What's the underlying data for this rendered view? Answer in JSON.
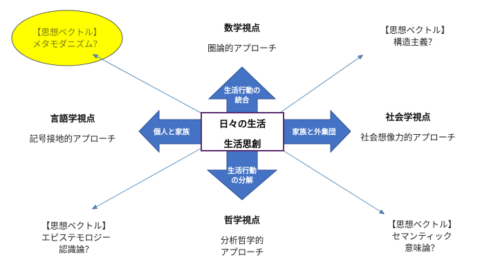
{
  "colors": {
    "arrow_fill": "#4472C4",
    "arrow_stroke": "#2F528F",
    "center_border": "#5A2A6E",
    "highlight_ellipse": "#FFFF00",
    "connector_line": "#5B8DB8"
  },
  "center": {
    "line1": "日々の生活",
    "line2": "生活思創"
  },
  "arrows": {
    "up": {
      "line1": "生活行動の",
      "line2": "統合"
    },
    "down": {
      "line1": "生活行動",
      "line2": "の分解"
    },
    "left": {
      "label": "個人と家族"
    },
    "right": {
      "label": "家族と外集団"
    }
  },
  "viewpoints": {
    "top": {
      "title": "数学視点",
      "approach": "圏論的アプローチ"
    },
    "left": {
      "title": "言語学視点",
      "approach": "記号接地的アプローチ"
    },
    "right": {
      "title": "社会学視点",
      "approach": "社会想像力的アプローチ"
    },
    "bottom": {
      "title": "哲学視点",
      "approach_line1": "分析哲学的",
      "approach_line2": "アプローチ"
    }
  },
  "thought_vectors": {
    "top_left": {
      "tag": "【思想ベクトル】",
      "line2": "メタモダニズム？",
      "highlighted": true
    },
    "top_right": {
      "tag": "【思想ベクトル】",
      "line2": "構造主義？"
    },
    "bottom_left": {
      "tag": "【思想ベクトル】",
      "line2": "エピステモロジー",
      "line3": "認識論？"
    },
    "bottom_right": {
      "tag": "【思想ベクトル】",
      "line2": "セマンティック",
      "line3": "意味論？"
    }
  }
}
